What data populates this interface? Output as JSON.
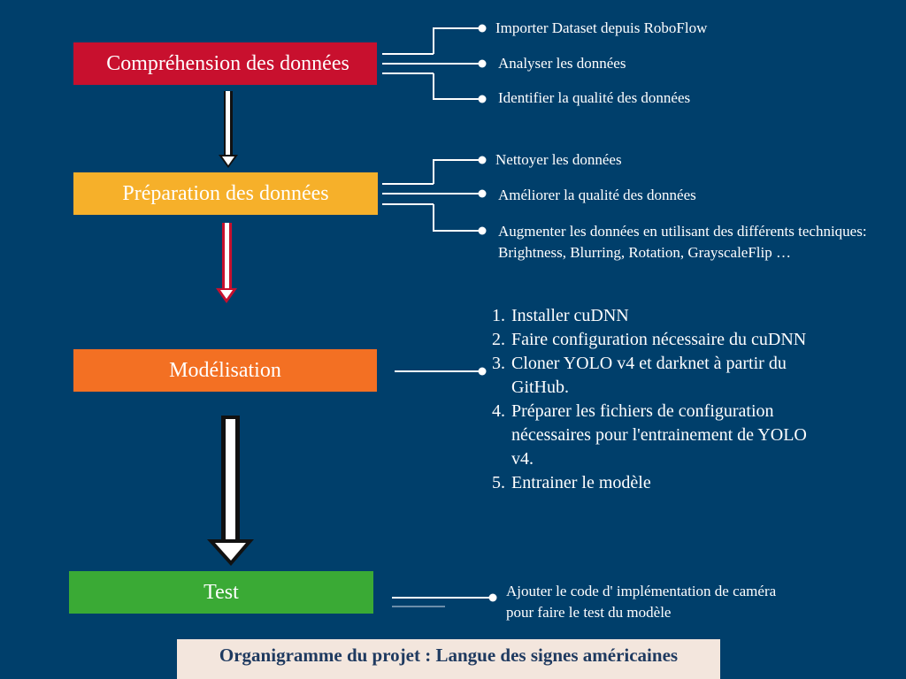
{
  "stages": [
    {
      "label": "Compréhension des données",
      "color": "#c8102e"
    },
    {
      "label": "Préparation des données",
      "color": "#f6b02a"
    },
    {
      "label": "Modélisation",
      "color": "#f37023"
    },
    {
      "label": "Test",
      "color": "#3aaa35"
    }
  ],
  "comprehension_items": [
    "Importer Dataset depuis RoboFlow",
    "Analyser les données",
    "Identifier la qualité des données"
  ],
  "preparation_items": [
    "Nettoyer les données",
    "Améliorer la qualité des données",
    "Augmenter les données en utilisant  des différents techniques: Brightness, Blurring, Rotation, GrayscaleFlip …"
  ],
  "modelisation_steps": [
    {
      "num": "1.",
      "text": "Installer cuDNN"
    },
    {
      "num": "2.",
      "text": "Faire configuration nécessaire du cuDNN"
    },
    {
      "num": "3.",
      "text": "Cloner YOLO v4 et darknet à partir du GitHub."
    },
    {
      "num": "4.",
      "text": "Préparer les fichiers de configuration nécessaires pour l'entrainement de YOLO v4."
    },
    {
      "num": "5.",
      "text": "Entrainer le modèle"
    }
  ],
  "test_item": "Ajouter le code d' implémentation de caméra pour faire le test du modèle",
  "caption": "Organigramme du projet : Langue des signes américaines",
  "colors": {
    "background": "#003f6b",
    "caption_bg": "#f3e6dd",
    "caption_text": "#1f3a60",
    "arrow_accent": "#c8102e"
  }
}
